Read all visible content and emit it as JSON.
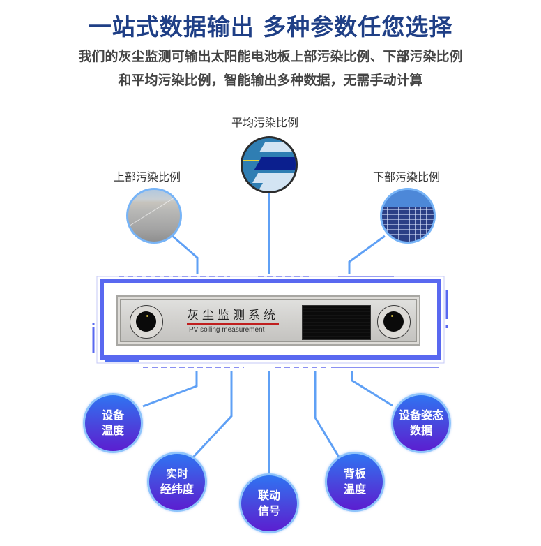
{
  "header": {
    "title": "一站式数据输出 多种参数任您选择",
    "subtitle_line1": "我们的灰尘监测可输出太阳能电池板上部污染比例、下部污染比例",
    "subtitle_line2": "和平均污染比例，智能输出多种数据，无需手动计算"
  },
  "top_outputs": [
    {
      "label": "上部污染比例",
      "image": "dusty-solar-panel-photo"
    },
    {
      "label": "平均污染比例",
      "image": "solar-panel-layers-photo"
    },
    {
      "label": "下部污染比例",
      "image": "solar-panel-grid-photo"
    }
  ],
  "device": {
    "name_cn": "灰尘监测系统",
    "name_en": "PV soiling measurement"
  },
  "bottom_outputs": [
    {
      "line1": "设备",
      "line2": "温度"
    },
    {
      "line1": "实时",
      "line2": "经纬度"
    },
    {
      "line1": "联动",
      "line2": "信号"
    },
    {
      "line1": "背板",
      "line2": "温度"
    },
    {
      "line1": "设备姿态",
      "line2": "数据"
    }
  ],
  "colors": {
    "title": "#1f3f86",
    "connector": "#5fa0f5",
    "frame": "#5968f0",
    "bubble_top": "#2f74f2",
    "bubble_bottom": "#5b1ed0"
  }
}
